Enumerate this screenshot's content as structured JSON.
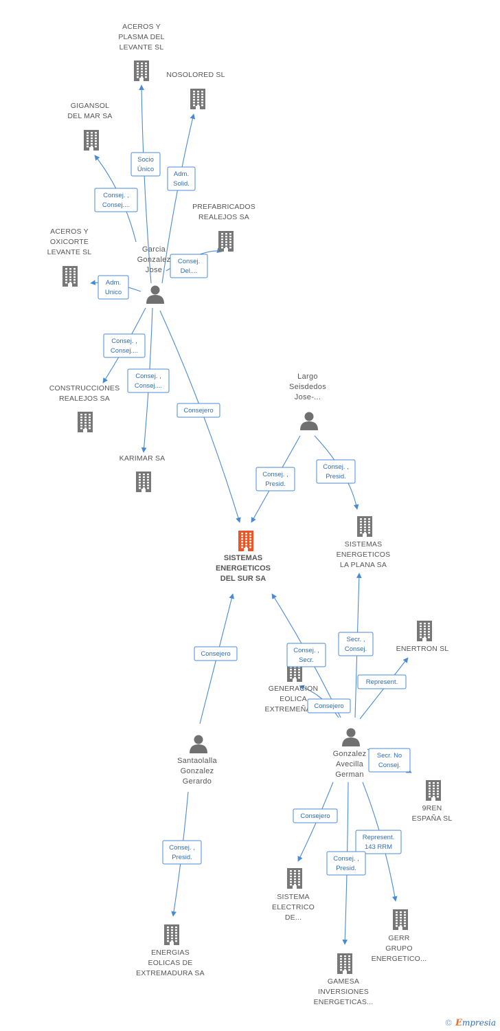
{
  "nodes": [
    {
      "id": "aceros_plasma",
      "kind": "company",
      "lines": [
        "ACEROS Y",
        "PLASMA DEL",
        "LEVANTE SL"
      ]
    },
    {
      "id": "nosolored",
      "kind": "company",
      "lines": [
        "NOSOLORED SL"
      ]
    },
    {
      "id": "gigansol",
      "kind": "company",
      "lines": [
        "GIGANSOL",
        "DEL MAR SA"
      ]
    },
    {
      "id": "prefabricados",
      "kind": "company",
      "lines": [
        "PREFABRICADOS",
        "REALEJOS SA"
      ]
    },
    {
      "id": "aceros_oxicorte",
      "kind": "company",
      "lines": [
        "ACEROS Y",
        "OXICORTE",
        "LEVANTE SL"
      ]
    },
    {
      "id": "garcia",
      "kind": "person",
      "lines": [
        "Garcia",
        "Gonzalez",
        "Jose"
      ]
    },
    {
      "id": "construcciones",
      "kind": "company",
      "lines": [
        "CONSTRUCCIONES",
        "REALEJOS SA"
      ]
    },
    {
      "id": "karimar",
      "kind": "company",
      "lines": [
        "KARIMAR SA"
      ]
    },
    {
      "id": "largo",
      "kind": "person",
      "lines": [
        "Largo",
        "Seisdedos",
        "Jose-..."
      ]
    },
    {
      "id": "main",
      "kind": "main",
      "lines": [
        "SISTEMAS",
        "ENERGETICOS",
        "DEL SUR SA"
      ]
    },
    {
      "id": "la_plana",
      "kind": "company",
      "lines": [
        "SISTEMAS",
        "ENERGETICOS",
        "LA PLANA SA"
      ]
    },
    {
      "id": "enertron",
      "kind": "company",
      "lines": [
        "ENERTRON SL"
      ]
    },
    {
      "id": "generacion",
      "kind": "company",
      "lines": [
        "GENERACION",
        "EOLICA",
        "EXTREMEÑA SL"
      ]
    },
    {
      "id": "santaolalla",
      "kind": "person",
      "lines": [
        "Santaolalla",
        "Gonzalez",
        "Gerardo"
      ]
    },
    {
      "id": "gonzalez",
      "kind": "person",
      "lines": [
        "Gonzalez",
        "Avecilla",
        "German"
      ]
    },
    {
      "id": "nueve_ren",
      "kind": "company",
      "lines": [
        "9REN",
        "ESPAÑA SL"
      ]
    },
    {
      "id": "sistema_electrico",
      "kind": "company",
      "lines": [
        "SISTEMA",
        "ELECTRICO",
        "DE..."
      ]
    },
    {
      "id": "gerr",
      "kind": "company",
      "lines": [
        "GERR",
        "GRUPO",
        "ENERGETICO..."
      ]
    },
    {
      "id": "energias_eolicas",
      "kind": "company",
      "lines": [
        "ENERGIAS",
        "EOLICAS DE",
        "EXTREMADURA SA"
      ]
    },
    {
      "id": "gamesa",
      "kind": "company",
      "lines": [
        "GAMESA",
        "INVERSIONES",
        "ENERGETICAS..."
      ]
    }
  ],
  "edges": [
    {
      "from": "garcia",
      "to": "aceros_plasma",
      "label": [
        "Socio",
        "Único"
      ]
    },
    {
      "from": "garcia",
      "to": "nosolored",
      "label": [
        "Adm.",
        "Solid."
      ]
    },
    {
      "from": "garcia",
      "to": "gigansol",
      "label": [
        "Consej. ,",
        "Consej...."
      ]
    },
    {
      "from": "garcia",
      "to": "prefabricados",
      "label": [
        "Consej.",
        "Del...."
      ]
    },
    {
      "from": "garcia",
      "to": "aceros_oxicorte",
      "label": [
        "Adm.",
        "Unico"
      ]
    },
    {
      "from": "garcia",
      "to": "construcciones",
      "label": [
        "Consej. ,",
        "Consej...."
      ]
    },
    {
      "from": "garcia",
      "to": "karimar",
      "label": [
        "Consej. ,",
        "Consej...."
      ]
    },
    {
      "from": "garcia",
      "to": "main",
      "label": [
        "Consejero"
      ]
    },
    {
      "from": "largo",
      "to": "main",
      "label": [
        "Consej. ,",
        "Presid."
      ]
    },
    {
      "from": "largo",
      "to": "la_plana",
      "label": [
        "Consej. ,",
        "Presid."
      ]
    },
    {
      "from": "santaolalla",
      "to": "main",
      "label": [
        "Consejero"
      ]
    },
    {
      "from": "gonzalez",
      "to": "main",
      "label": [
        "Consej. ,",
        "Secr."
      ]
    },
    {
      "from": "gonzalez",
      "to": "la_plana",
      "label": [
        "Secr. ,",
        "Consej."
      ]
    },
    {
      "from": "gonzalez",
      "to": "enertron",
      "label": [
        "Represent."
      ]
    },
    {
      "from": "gonzalez",
      "to": "generacion",
      "label": [
        "Consejero"
      ]
    },
    {
      "from": "gonzalez",
      "to": "nueve_ren",
      "label": [
        "Secr.  No",
        "Consej."
      ]
    },
    {
      "from": "gonzalez",
      "to": "sistema_electrico",
      "label": [
        "Consejero"
      ]
    },
    {
      "from": "gonzalez",
      "to": "gerr",
      "label": [
        "Represent.",
        "143 RRM"
      ]
    },
    {
      "from": "gonzalez",
      "to": "gamesa",
      "label": [
        "Consej. ,",
        "Presid."
      ]
    },
    {
      "from": "santaolalla",
      "to": "energias_eolicas",
      "label": [
        "Consej. ,",
        "Presid."
      ]
    }
  ],
  "colors": {
    "edge": "#4a8ad4",
    "company_icon": "#777777",
    "main_icon": "#e8562a",
    "person_icon": "#707070",
    "label_text": "#2f6db5"
  },
  "footer": {
    "copyright_symbol": "©",
    "brand_initial": "E",
    "brand_rest": "mpresia"
  }
}
